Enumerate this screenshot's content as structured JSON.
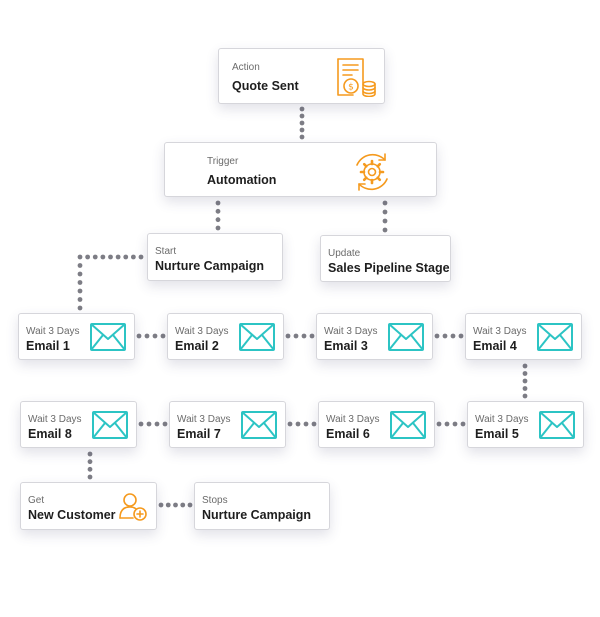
{
  "colors": {
    "accent_orange": "#f59a1e",
    "accent_teal": "#2cc4c4",
    "connector": "#7d7d85",
    "border": "#d6d6db"
  },
  "nodes": {
    "quote_sent": {
      "label": "Action",
      "title": "Quote Sent",
      "icon": "invoice-coins-icon"
    },
    "automation": {
      "label": "Trigger",
      "title": "Automation",
      "icon": "gear-cycle-icon"
    },
    "start_nurture": {
      "label": "Start",
      "title": "Nurture Campaign"
    },
    "update_pipeline": {
      "label": "Update",
      "title": "Sales Pipeline Stage"
    },
    "email_1": {
      "label": "Wait 3 Days",
      "title": "Email 1",
      "icon": "envelope-icon"
    },
    "email_2": {
      "label": "Wait 3 Days",
      "title": "Email 2",
      "icon": "envelope-icon"
    },
    "email_3": {
      "label": "Wait 3 Days",
      "title": "Email 3",
      "icon": "envelope-icon"
    },
    "email_4": {
      "label": "Wait 3 Days",
      "title": "Email 4",
      "icon": "envelope-icon"
    },
    "email_5": {
      "label": "Wait 3 Days",
      "title": "Email 5",
      "icon": "envelope-icon"
    },
    "email_6": {
      "label": "Wait 3 Days",
      "title": "Email 6",
      "icon": "envelope-icon"
    },
    "email_7": {
      "label": "Wait 3 Days",
      "title": "Email 7",
      "icon": "envelope-icon"
    },
    "email_8": {
      "label": "Wait 3 Days",
      "title": "Email 8",
      "icon": "envelope-icon"
    },
    "new_customer": {
      "label": "Get",
      "title": "New Customer",
      "icon": "user-add-icon"
    },
    "stop_nurture": {
      "label": "Stops",
      "title": "Nurture Campaign"
    }
  },
  "edges": [
    [
      "quote_sent",
      "automation"
    ],
    [
      "automation",
      "start_nurture"
    ],
    [
      "automation",
      "update_pipeline"
    ],
    [
      "start_nurture",
      "email_1"
    ],
    [
      "email_1",
      "email_2"
    ],
    [
      "email_2",
      "email_3"
    ],
    [
      "email_3",
      "email_4"
    ],
    [
      "email_4",
      "email_5"
    ],
    [
      "email_5",
      "email_6"
    ],
    [
      "email_6",
      "email_7"
    ],
    [
      "email_7",
      "email_8"
    ],
    [
      "email_8",
      "new_customer"
    ],
    [
      "new_customer",
      "stop_nurture"
    ]
  ]
}
